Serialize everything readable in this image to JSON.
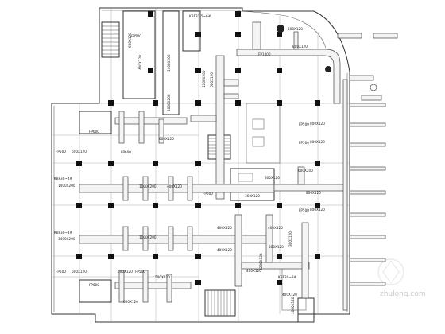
{
  "labels": {
    "kfa": "KBF31-5~6#",
    "kfb": "KBF30~4#",
    "kfc": "KBF30~4#",
    "kfd": "KBF30~8#",
    "fp500a": "FP500",
    "fp500b": "FP500",
    "fp500c": "FP500",
    "fp600a": "FP600",
    "fp600b": "FP600",
    "fp600c": "FP600",
    "fp1000": "FP1000",
    "d600x120a": "600X120",
    "d600x120b": "600X120",
    "d600x120c": "600X120",
    "d600x120d": "600X120",
    "d600x120e": "600X120",
    "d800x120a": "800X120",
    "d800x120b": "800X120",
    "d800x120c": "800X120",
    "d800x120d": "800X120",
    "d1400x200a": "1400X200",
    "d1400x200b": "1400X200",
    "d1000x200a": "1000X200",
    "d1000x200b": "1000X200",
    "d400x120a": "400X120",
    "d400x120b": "400X120",
    "d400x120c": "400X120",
    "d400x120d": "400X120",
    "d300x120": "300X120",
    "d600x200": "600X200",
    "d1200x200": "1200X200",
    "d500x120": "500X120",
    "d1000x120": "1000X120",
    "d1200x120": "1200X120",
    "fp500d": "FP500",
    "fp500e": "FP500",
    "fp500f": "FP500",
    "fp600d": "FP600",
    "d360x120": "360X120",
    "d300x120b": "300X120",
    "d400x120e": "400X120",
    "d400x120f": "400X120",
    "d600x120f": "600X120",
    "d800x120e": "800X120"
  },
  "watermark": "zhulong.com",
  "icons": {
    "logo": "zhulong-logo-icon"
  }
}
